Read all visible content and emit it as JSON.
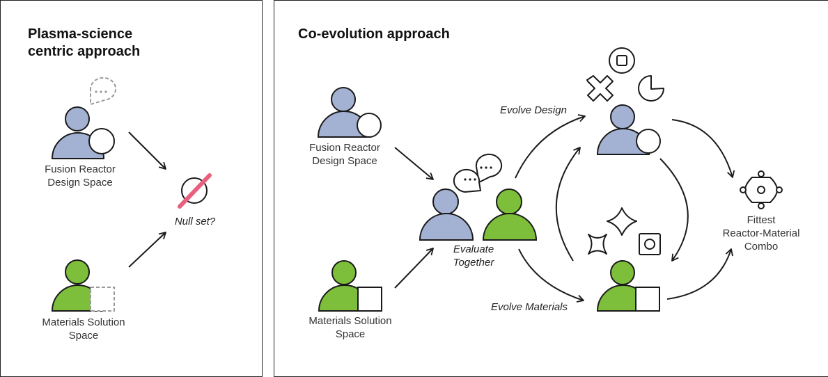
{
  "left_panel": {
    "title": "Plasma-science\ncentric approach",
    "fusion_label": "Fusion Reactor\nDesign Space",
    "materials_label": "Materials Solution\nSpace",
    "null_label": "Null set?"
  },
  "right_panel": {
    "title": "Co-evolution approach",
    "fusion_label": "Fusion Reactor\nDesign Space",
    "materials_label": "Materials Solution\nSpace",
    "evaluate_label": "Evaluate\nTogether",
    "evolve_design_label": "Evolve Design",
    "evolve_materials_label": "Evolve Materials",
    "fittest_label": "Fittest\nReactor-Material\nCombo"
  },
  "colors": {
    "fusion_blue": "#a3b1d3",
    "materials_green": "#7dbe3b",
    "null_slash": "#e8607e",
    "stroke": "#1a1a1a"
  }
}
